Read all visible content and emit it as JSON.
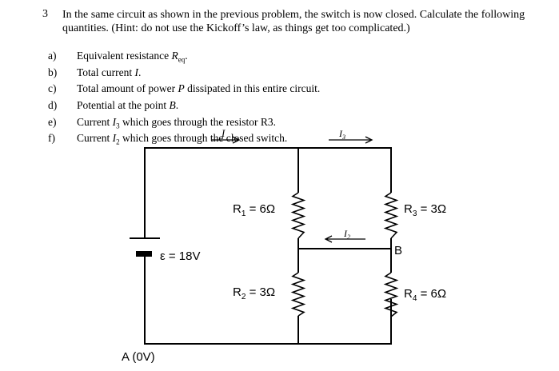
{
  "question": {
    "number": "3",
    "intro": "In the same circuit as shown in the previous problem, the switch is now closed. Calculate the following quantities. (Hint: do not use the Kickoff’s law, as things get too complicated.)",
    "parts": [
      {
        "label": "a)",
        "pre": "Equivalent resistance ",
        "sym": "R",
        "sub": "eq",
        "post": "."
      },
      {
        "label": "b)",
        "pre": "Total current ",
        "sym": "I",
        "sub": "",
        "post": "."
      },
      {
        "label": "c)",
        "pre": "Total amount of power ",
        "sym": "P",
        "sub": "",
        "post": " dissipated in this entire circuit."
      },
      {
        "label": "d)",
        "pre": "Potential at the point ",
        "sym": "B",
        "sub": "",
        "post": "."
      },
      {
        "label": "e)",
        "pre": "Current ",
        "sym": "I",
        "sub": "3",
        "post": " which goes through the resistor R3."
      },
      {
        "label": "f)",
        "pre": "Current ",
        "sym": "I",
        "sub": "2",
        "post": " which goes through the closed switch."
      }
    ]
  },
  "circuit": {
    "current_total": "I",
    "current_3": "I",
    "current_3_sub": "3",
    "current_2": "I",
    "current_2_sub": "2",
    "r1": "R",
    "r1_sub": "1",
    "r1_val": " = 6Ω",
    "r2": "R",
    "r2_sub": "2",
    "r2_val": " = 3Ω",
    "r3": "R",
    "r3_sub": "3",
    "r3_val": " = 3Ω",
    "r4": "R",
    "r4_sub": "4",
    "r4_val": " = 6Ω",
    "emf": "ε = 18V",
    "point_b": "B",
    "point_a": "A (0V)"
  }
}
